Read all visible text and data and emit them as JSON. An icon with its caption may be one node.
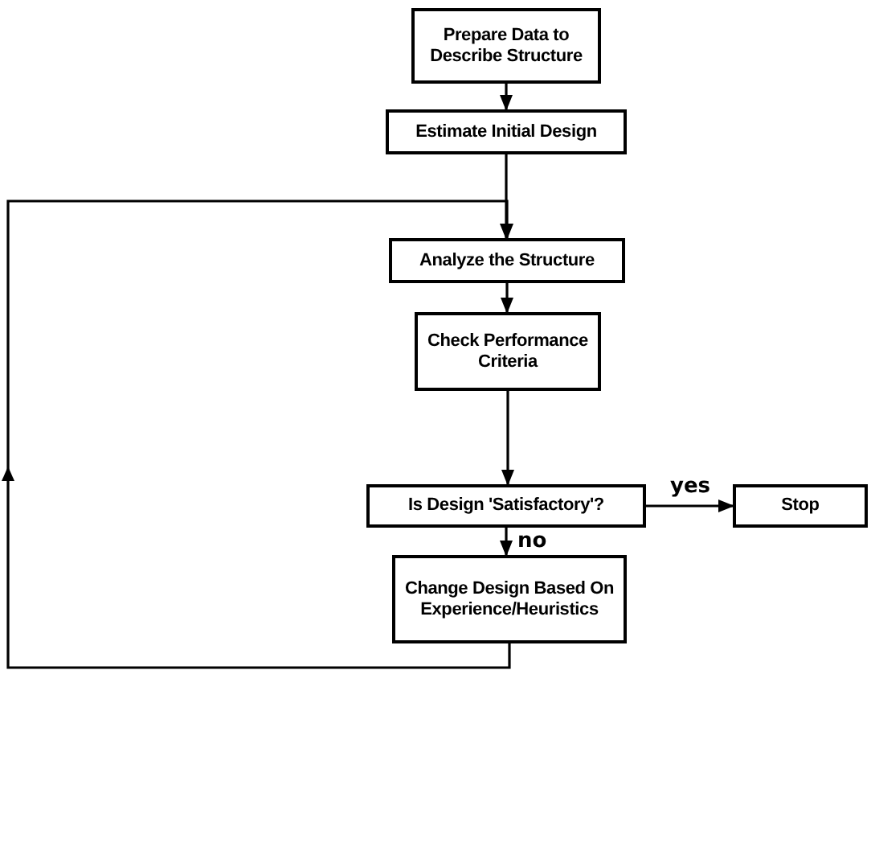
{
  "diagram": {
    "nodes": [
      {
        "text": [
          "Prepare Data to Describe Structure"
        ]
      },
      {
        "text": [
          "Estimate Initial Design"
        ]
      },
      {
        "text": [
          "Analyze the Structure"
        ]
      },
      {
        "text": [
          "Check Performance Criteria"
        ]
      },
      {
        "text": [
          "Is Design 'Satisfactory'?"
        ]
      },
      {
        "text": [
          "Stop"
        ]
      },
      {
        "text": [
          "Change Design Based On Experience/Heuristics"
        ]
      }
    ],
    "edges": [
      {
        "from": 0,
        "to": 1,
        "arrow": "to"
      },
      {
        "from": 1,
        "to": 2,
        "arrow": "to"
      },
      {
        "from": 2,
        "to": 3,
        "arrow": "to"
      },
      {
        "from": 3,
        "to": 4,
        "arrow": "to"
      },
      {
        "from": 4,
        "to": 5,
        "arrow": "to",
        "label": "yes"
      },
      {
        "from": 4,
        "to": 6,
        "arrow": "to",
        "label": "no"
      },
      {
        "from": 6,
        "to": 2,
        "arrow": "to"
      }
    ]
  }
}
